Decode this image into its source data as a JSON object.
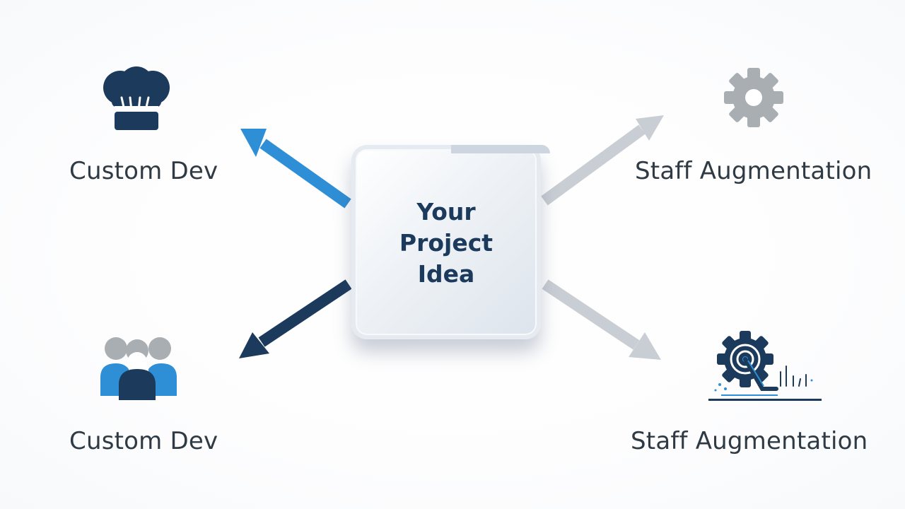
{
  "center": {
    "title": "Your Project Idea",
    "lines": [
      "Your",
      "Project",
      "Idea"
    ]
  },
  "nodes": [
    {
      "label": "Custom Dev",
      "icon": "chef-hat-icon",
      "color": "#1c3a5c"
    },
    {
      "label": "Staff Augmentation",
      "icon": "gear-icon",
      "color": "#a9aeb3"
    },
    {
      "label": "Custom Dev",
      "icon": "team-people-icon",
      "color": "#2f8fd6"
    },
    {
      "label": "Staff Augmentation",
      "icon": "gear-target-icon",
      "color": "#1c3a5c"
    }
  ],
  "arrow_colors": {
    "top_left": "#2f8fd6",
    "top_right": "#c9ced4",
    "bottom_left": "#1c3a5c",
    "bottom_right": "#c9ced4"
  }
}
